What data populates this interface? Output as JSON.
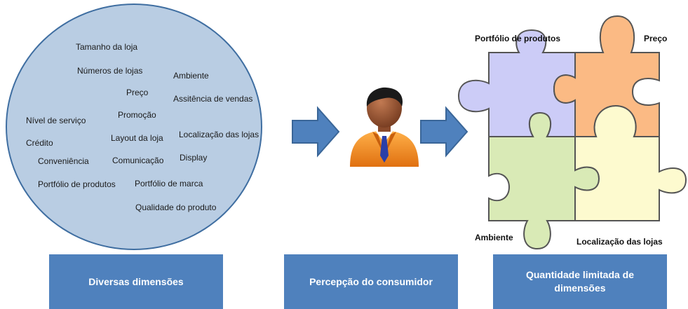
{
  "dimensions_cloud": {
    "terms": [
      "Tamanho da loja",
      "Números de lojas",
      "Ambiente",
      "Preço",
      "Assitência de vendas",
      "Promoção",
      "Nível de serviço",
      "Layout da loja",
      "Localização das lojas",
      "Crédito",
      "Display",
      "Conveniência",
      "Comunicação",
      "Portfólio de produtos",
      "Portfólio de marca",
      "Qualidade do produto"
    ]
  },
  "puzzle": {
    "labels": {
      "top_left": "Portfólio de produtos",
      "top_right": "Preço",
      "bottom_left": "Ambiente",
      "bottom_right": "Localização das lojas"
    },
    "colors": {
      "top_left": "#ccccf7",
      "top_right": "#fbba84",
      "bottom_left": "#d9eab6",
      "bottom_right": "#fdfacf"
    }
  },
  "boxes": {
    "left": "Diversas dimensões",
    "middle": "Percepção do consumidor",
    "right": "Quantidade limitada de dimensões"
  },
  "colors": {
    "ellipse_fill": "#b9cde3",
    "arrow": "#4f81bd",
    "box": "#4f81bd",
    "person_suit": "#f08a1c",
    "person_tie": "#2b3fa8"
  },
  "icons": [
    "arrow-right-icon",
    "consumer-person-icon"
  ]
}
